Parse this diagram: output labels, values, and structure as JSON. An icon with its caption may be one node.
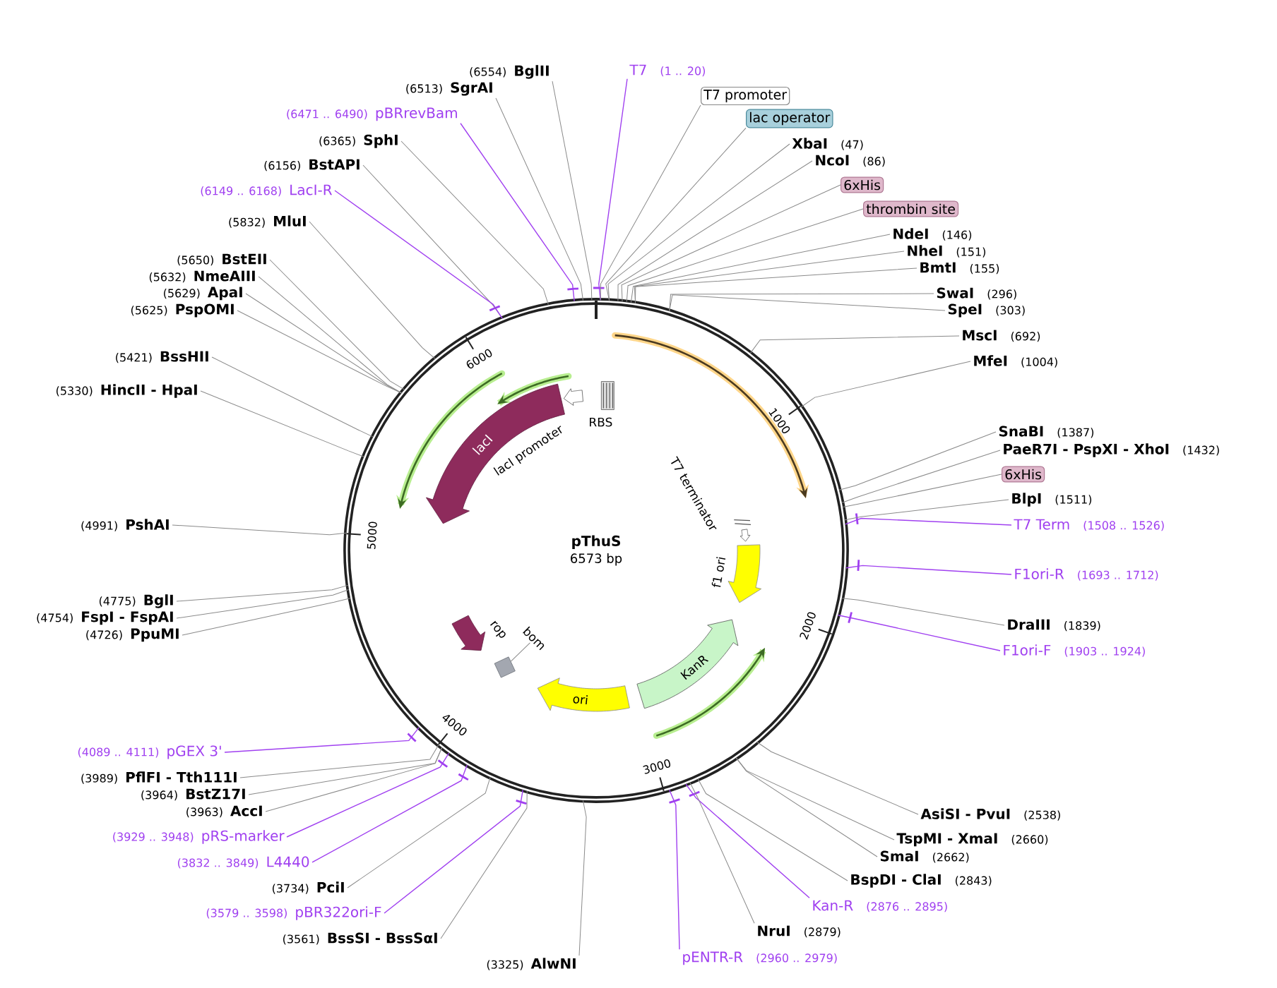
{
  "diagram": {
    "nodes": [
      {
        "text": [
          "pThuS",
          "6573 bp"
        ]
      },
      {
        "text": [
          "lacI"
        ],
        "in": 0
      },
      {
        "text": [
          "lacI promoter"
        ],
        "in": 0
      },
      {
        "text": [
          "RBS"
        ],
        "in": 0
      },
      {
        "text": [
          "T7 terminator"
        ],
        "in": 0
      },
      {
        "text": [
          "f1 ori"
        ],
        "in": 0
      },
      {
        "text": [
          "KanR"
        ],
        "in": 0
      },
      {
        "text": [
          "ori"
        ],
        "in": 0
      },
      {
        "text": [
          "rop"
        ],
        "in": 0
      },
      {
        "text": [
          "bom"
        ],
        "in": 0
      },
      {
        "text": [],
        "shape": "box",
        "in": 0
      },
      {
        "text": [
          "(6554)",
          "BglII"
        ]
      },
      {
        "text": [
          "(6513)",
          "SgrAI"
        ]
      },
      {
        "text": [
          "(6471 .. 6490)",
          "pBRrevBam"
        ]
      },
      {
        "text": [
          "(6365)",
          "SphI"
        ]
      },
      {
        "text": [
          "(6156)",
          "BstAPI"
        ]
      },
      {
        "text": [
          "(6149 .. 6168)",
          "LacI-R"
        ]
      },
      {
        "text": [
          "(5832)",
          "MluI"
        ]
      },
      {
        "text": [
          "(5650)",
          "BstEII"
        ]
      },
      {
        "text": [
          "(5632)",
          "NmeAIII"
        ]
      },
      {
        "text": [
          "(5629)",
          "ApaI"
        ]
      },
      {
        "text": [
          "(5625)",
          "PspOMI"
        ]
      },
      {
        "text": [
          "(5421)",
          "BssHII"
        ]
      },
      {
        "text": [
          "(5330)",
          "HincII - HpaI"
        ]
      },
      {
        "text": [
          "(4991)",
          "PshAI"
        ]
      },
      {
        "text": [
          "(4775)",
          "BglI"
        ]
      },
      {
        "text": [
          "(4754)",
          "FspI - FspAI"
        ]
      },
      {
        "text": [
          "(4726)",
          "PpuMI"
        ]
      },
      {
        "text": [
          "(4089 .. 4111)",
          "pGEX 3'"
        ]
      },
      {
        "text": [
          "(3989)",
          "PflFI - Tth111I"
        ]
      },
      {
        "text": [
          "(3964)",
          "BstZ17I"
        ]
      },
      {
        "text": [
          "(3963)",
          "AccI"
        ]
      },
      {
        "text": [
          "(3929 .. 3948)",
          "pRS-marker"
        ]
      },
      {
        "text": [
          "(3832 .. 3849)",
          "L4440"
        ]
      },
      {
        "text": [
          "(3734)",
          "PciI"
        ]
      },
      {
        "text": [
          "(3579 .. 3598)",
          "pBR322ori-F"
        ]
      },
      {
        "text": [
          "(3561)",
          "BssSI - BssSαI"
        ]
      },
      {
        "text": [
          "(3325)",
          "AlwNI"
        ]
      },
      {
        "text": [
          "T7",
          "(1 .. 20)"
        ]
      },
      {
        "text": [
          "T7 promoter"
        ]
      },
      {
        "text": [
          "lac operator"
        ]
      },
      {
        "text": [
          "XbaI",
          "(47)"
        ]
      },
      {
        "text": [
          "NcoI",
          "(86)"
        ]
      },
      {
        "text": [
          "6xHis"
        ]
      },
      {
        "text": [
          "thrombin site"
        ]
      },
      {
        "text": [
          "NdeI",
          "(146)"
        ]
      },
      {
        "text": [
          "NheI",
          "(151)"
        ]
      },
      {
        "text": [
          "BmtI",
          "(155)"
        ]
      },
      {
        "text": [
          "SwaI",
          "(296)"
        ]
      },
      {
        "text": [
          "SpeI",
          "(303)"
        ]
      },
      {
        "text": [
          "MscI",
          "(692)"
        ]
      },
      {
        "text": [
          "MfeI",
          "(1004)"
        ]
      },
      {
        "text": [
          "SnaBI",
          "(1387)"
        ]
      },
      {
        "text": [
          "PaeR7I - PspXI - XhoI",
          "(1432)"
        ]
      },
      {
        "text": [
          "6xHis"
        ]
      },
      {
        "text": [
          "BlpI",
          "(1511)"
        ]
      },
      {
        "text": [
          "T7 Term",
          "(1508 .. 1526)"
        ]
      },
      {
        "text": [
          "F1ori-R",
          "(1693 .. 1712)"
        ]
      },
      {
        "text": [
          "DraIII",
          "(1839)"
        ]
      },
      {
        "text": [
          "F1ori-F",
          "(1903 .. 1924)"
        ]
      },
      {
        "text": [
          "AsiSI - PvuI",
          "(2538)"
        ]
      },
      {
        "text": [
          "TspMI - XmaI",
          "(2660)"
        ]
      },
      {
        "text": [
          "SmaI",
          "(2662)"
        ]
      },
      {
        "text": [
          "BspDI - ClaI",
          "(2843)"
        ]
      },
      {
        "text": [
          "Kan-R",
          "(2876 .. 2895)"
        ]
      },
      {
        "text": [
          "NruI",
          "(2879)"
        ]
      },
      {
        "text": [
          "pENTR-R",
          "(2960 .. 2979)"
        ]
      }
    ],
    "edges": [
      {
        "from": 9,
        "to": 10,
        "arrow": "none"
      },
      {
        "from": 11,
        "to": 0,
        "arrow": "none"
      },
      {
        "from": 12,
        "to": 0,
        "arrow": "none"
      },
      {
        "from": 13,
        "to": 0,
        "arrow": "none",
        "color": "#a040f0"
      },
      {
        "from": 14,
        "to": 0,
        "arrow": "none"
      },
      {
        "from": 15,
        "to": 0,
        "arrow": "none"
      },
      {
        "from": 16,
        "to": 0,
        "arrow": "none",
        "color": "#a040f0"
      },
      {
        "from": 17,
        "to": 0,
        "arrow": "none"
      },
      {
        "from": 18,
        "to": 0,
        "arrow": "none"
      },
      {
        "from": 19,
        "to": 0,
        "arrow": "none"
      },
      {
        "from": 20,
        "to": 0,
        "arrow": "none"
      },
      {
        "from": 21,
        "to": 0,
        "arrow": "none"
      },
      {
        "from": 22,
        "to": 0,
        "arrow": "none"
      },
      {
        "from": 23,
        "to": 0,
        "arrow": "none"
      },
      {
        "from": 24,
        "to": 0,
        "arrow": "none"
      },
      {
        "from": 25,
        "to": 0,
        "arrow": "none"
      },
      {
        "from": 26,
        "to": 0,
        "arrow": "none"
      },
      {
        "from": 27,
        "to": 0,
        "arrow": "none"
      },
      {
        "from": 28,
        "to": 0,
        "arrow": "none",
        "color": "#a040f0"
      },
      {
        "from": 29,
        "to": 0,
        "arrow": "none"
      },
      {
        "from": 30,
        "to": 0,
        "arrow": "none"
      },
      {
        "from": 31,
        "to": 0,
        "arrow": "none"
      },
      {
        "from": 32,
        "to": 0,
        "arrow": "none",
        "color": "#a040f0"
      },
      {
        "from": 33,
        "to": 0,
        "arrow": "none",
        "color": "#a040f0"
      },
      {
        "from": 34,
        "to": 0,
        "arrow": "none"
      },
      {
        "from": 35,
        "to": 0,
        "arrow": "none",
        "color": "#a040f0"
      },
      {
        "from": 36,
        "to": 0,
        "arrow": "none"
      },
      {
        "from": 37,
        "to": 0,
        "arrow": "none"
      },
      {
        "from": 38,
        "to": 0,
        "arrow": "none",
        "color": "#a040f0"
      },
      {
        "from": 39,
        "to": 0,
        "arrow": "none"
      },
      {
        "from": 40,
        "to": 0,
        "arrow": "none"
      },
      {
        "from": 41,
        "to": 0,
        "arrow": "none"
      },
      {
        "from": 42,
        "to": 0,
        "arrow": "none"
      },
      {
        "from": 43,
        "to": 0,
        "arrow": "none"
      },
      {
        "from": 44,
        "to": 0,
        "arrow": "none"
      },
      {
        "from": 45,
        "to": 0,
        "arrow": "none"
      },
      {
        "from": 46,
        "to": 0,
        "arrow": "none"
      },
      {
        "from": 47,
        "to": 0,
        "arrow": "none"
      },
      {
        "from": 48,
        "to": 0,
        "arrow": "none"
      },
      {
        "from": 49,
        "to": 0,
        "arrow": "none"
      },
      {
        "from": 50,
        "to": 0,
        "arrow": "none"
      },
      {
        "from": 51,
        "to": 0,
        "arrow": "none"
      },
      {
        "from": 52,
        "to": 0,
        "arrow": "none"
      },
      {
        "from": 53,
        "to": 0,
        "arrow": "none"
      },
      {
        "from": 54,
        "to": 0,
        "arrow": "none"
      },
      {
        "from": 55,
        "to": 0,
        "arrow": "none"
      },
      {
        "from": 56,
        "to": 0,
        "arrow": "none",
        "color": "#a040f0"
      },
      {
        "from": 57,
        "to": 0,
        "arrow": "none",
        "color": "#a040f0"
      },
      {
        "from": 58,
        "to": 0,
        "arrow": "none"
      },
      {
        "from": 59,
        "to": 0,
        "arrow": "none",
        "color": "#a040f0"
      },
      {
        "from": 60,
        "to": 0,
        "arrow": "none"
      },
      {
        "from": 61,
        "to": 0,
        "arrow": "none"
      },
      {
        "from": 62,
        "to": 0,
        "arrow": "none"
      },
      {
        "from": 63,
        "to": 0,
        "arrow": "none"
      },
      {
        "from": 64,
        "to": 0,
        "arrow": "none",
        "color": "#a040f0"
      },
      {
        "from": 65,
        "to": 0,
        "arrow": "none"
      },
      {
        "from": 66,
        "to": 0,
        "arrow": "none",
        "color": "#a040f0"
      }
    ],
    "labels": [
      "1000",
      "2000",
      "3000",
      "4000",
      "5000",
      "6000"
    ]
  }
}
